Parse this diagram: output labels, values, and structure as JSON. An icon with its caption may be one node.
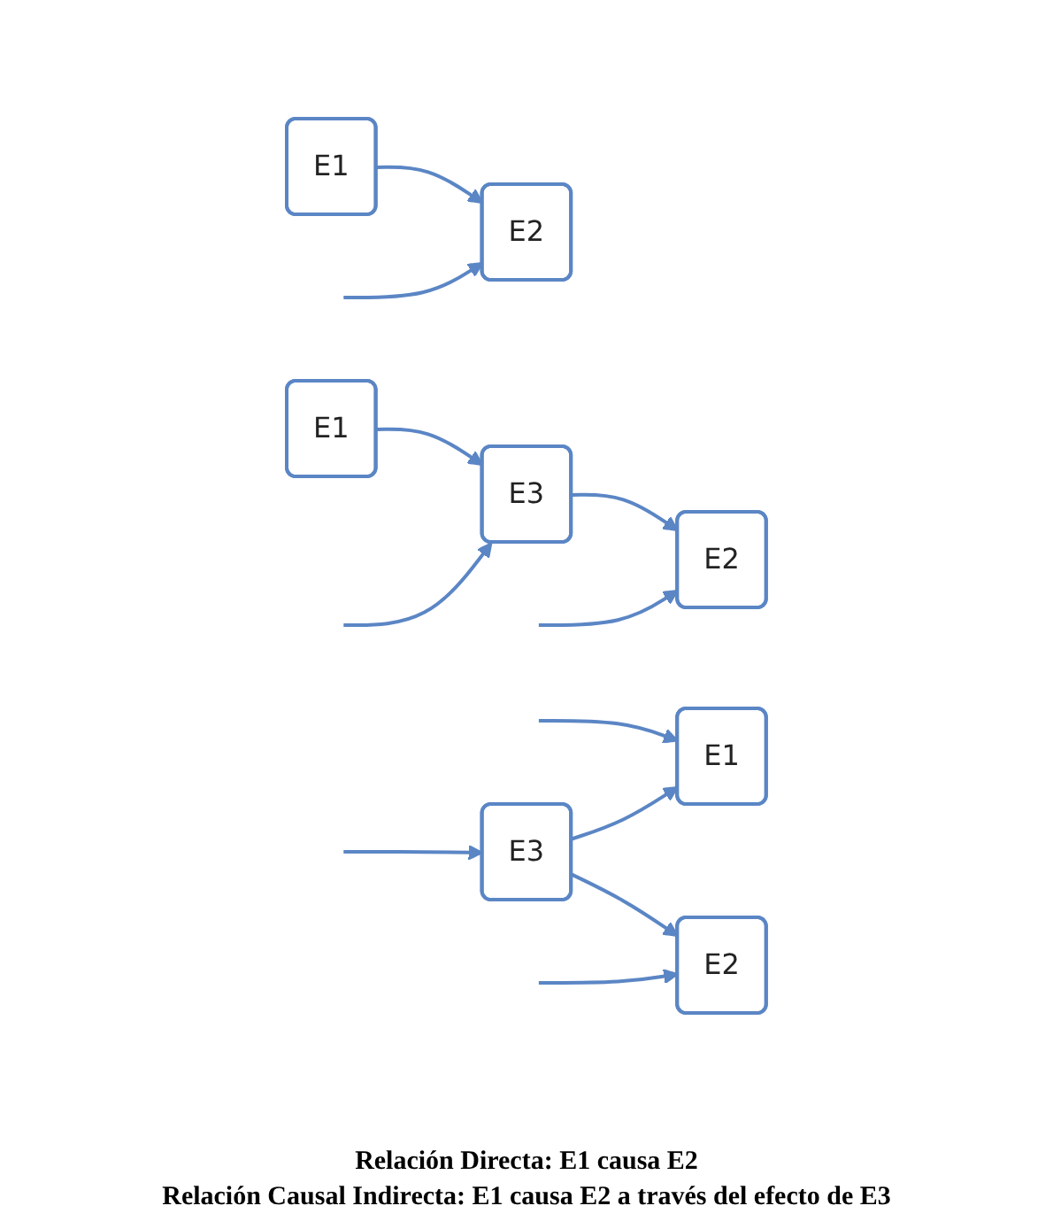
{
  "diagram": {
    "nodes": [
      {
        "text": [
          "E1"
        ]
      },
      {
        "text": [
          "E2"
        ]
      },
      {
        "text": [
          "E1"
        ]
      },
      {
        "text": [
          "E2"
        ]
      },
      {
        "text": [
          "E3"
        ]
      },
      {
        "text": [
          "E1"
        ]
      },
      {
        "text": [
          "E2"
        ]
      },
      {
        "text": [
          "E3"
        ]
      }
    ],
    "edges": [
      {
        "from": 0,
        "to": 1,
        "arrow": "to"
      },
      {
        "from": null,
        "to": 1,
        "arrow": "to"
      },
      {
        "from": 2,
        "to": 4,
        "arrow": "to"
      },
      {
        "from": 4,
        "to": 3,
        "arrow": "to"
      },
      {
        "from": null,
        "to": 3,
        "arrow": "to"
      },
      {
        "from": null,
        "to": 4,
        "arrow": "to"
      },
      {
        "from": null,
        "to": 5,
        "arrow": "to"
      },
      {
        "from": 7,
        "to": 5,
        "arrow": "to"
      },
      {
        "from": 7,
        "to": 6,
        "arrow": "to"
      },
      {
        "from": null,
        "to": 6,
        "arrow": "to"
      },
      {
        "from": null,
        "to": 7,
        "arrow": "to"
      }
    ],
    "labels": [
      "Relación Directa: E1 causa E2",
      "Relación Causal Indirecta: E1 causa E2 a través del efecto de E3"
    ]
  }
}
